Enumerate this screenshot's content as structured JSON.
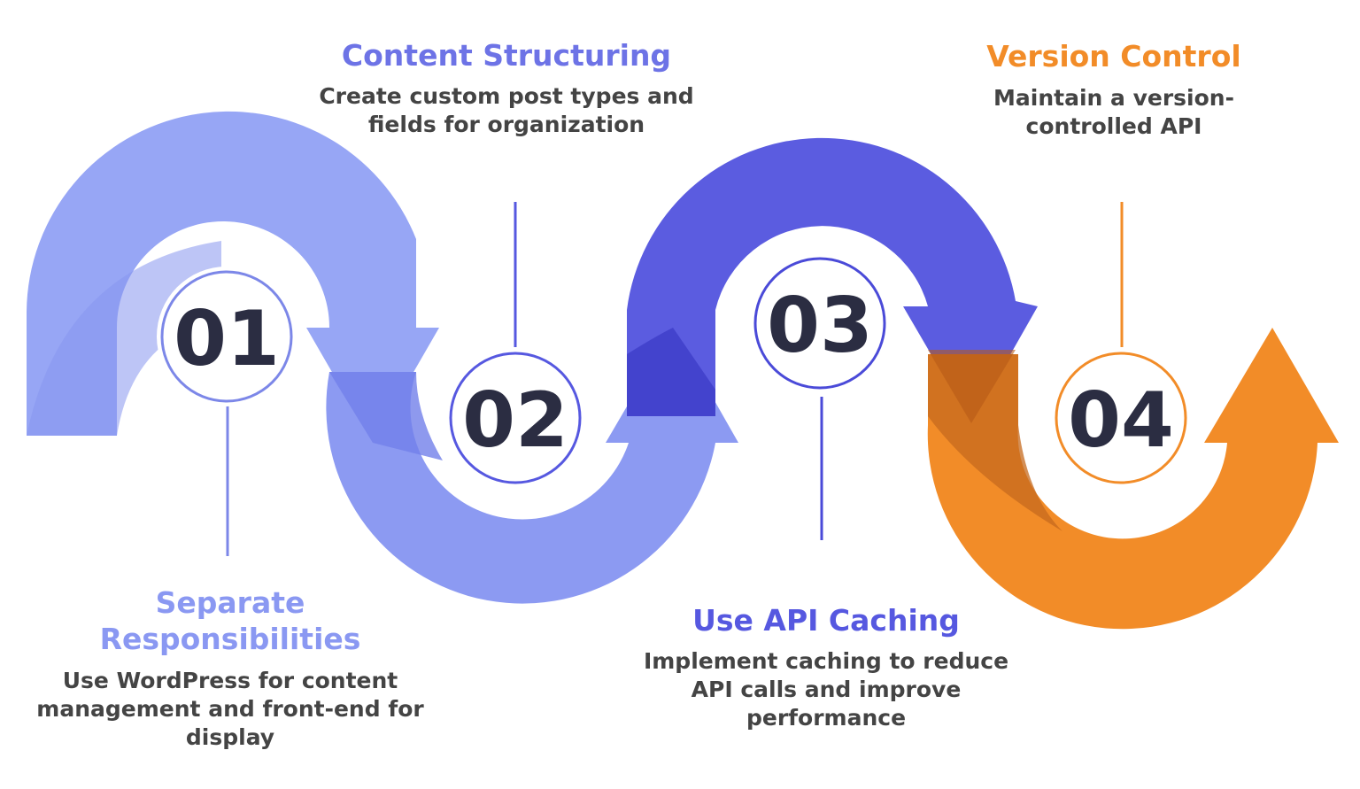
{
  "steps": [
    {
      "number": "01",
      "title": "Separate Responsibilities",
      "description": "Use WordPress for content management and front-end for display",
      "color": "#8A98F2"
    },
    {
      "number": "02",
      "title": "Content Structuring",
      "description": "Create custom post types and fields for organization",
      "color": "#6D73E6"
    },
    {
      "number": "03",
      "title": "Use API Caching",
      "description": "Implement caching to reduce API calls and improve performance",
      "color": "#5658E0"
    },
    {
      "number": "04",
      "title": "Version Control",
      "description": "Maintain a version-controlled API",
      "color": "#F28C28"
    }
  ]
}
